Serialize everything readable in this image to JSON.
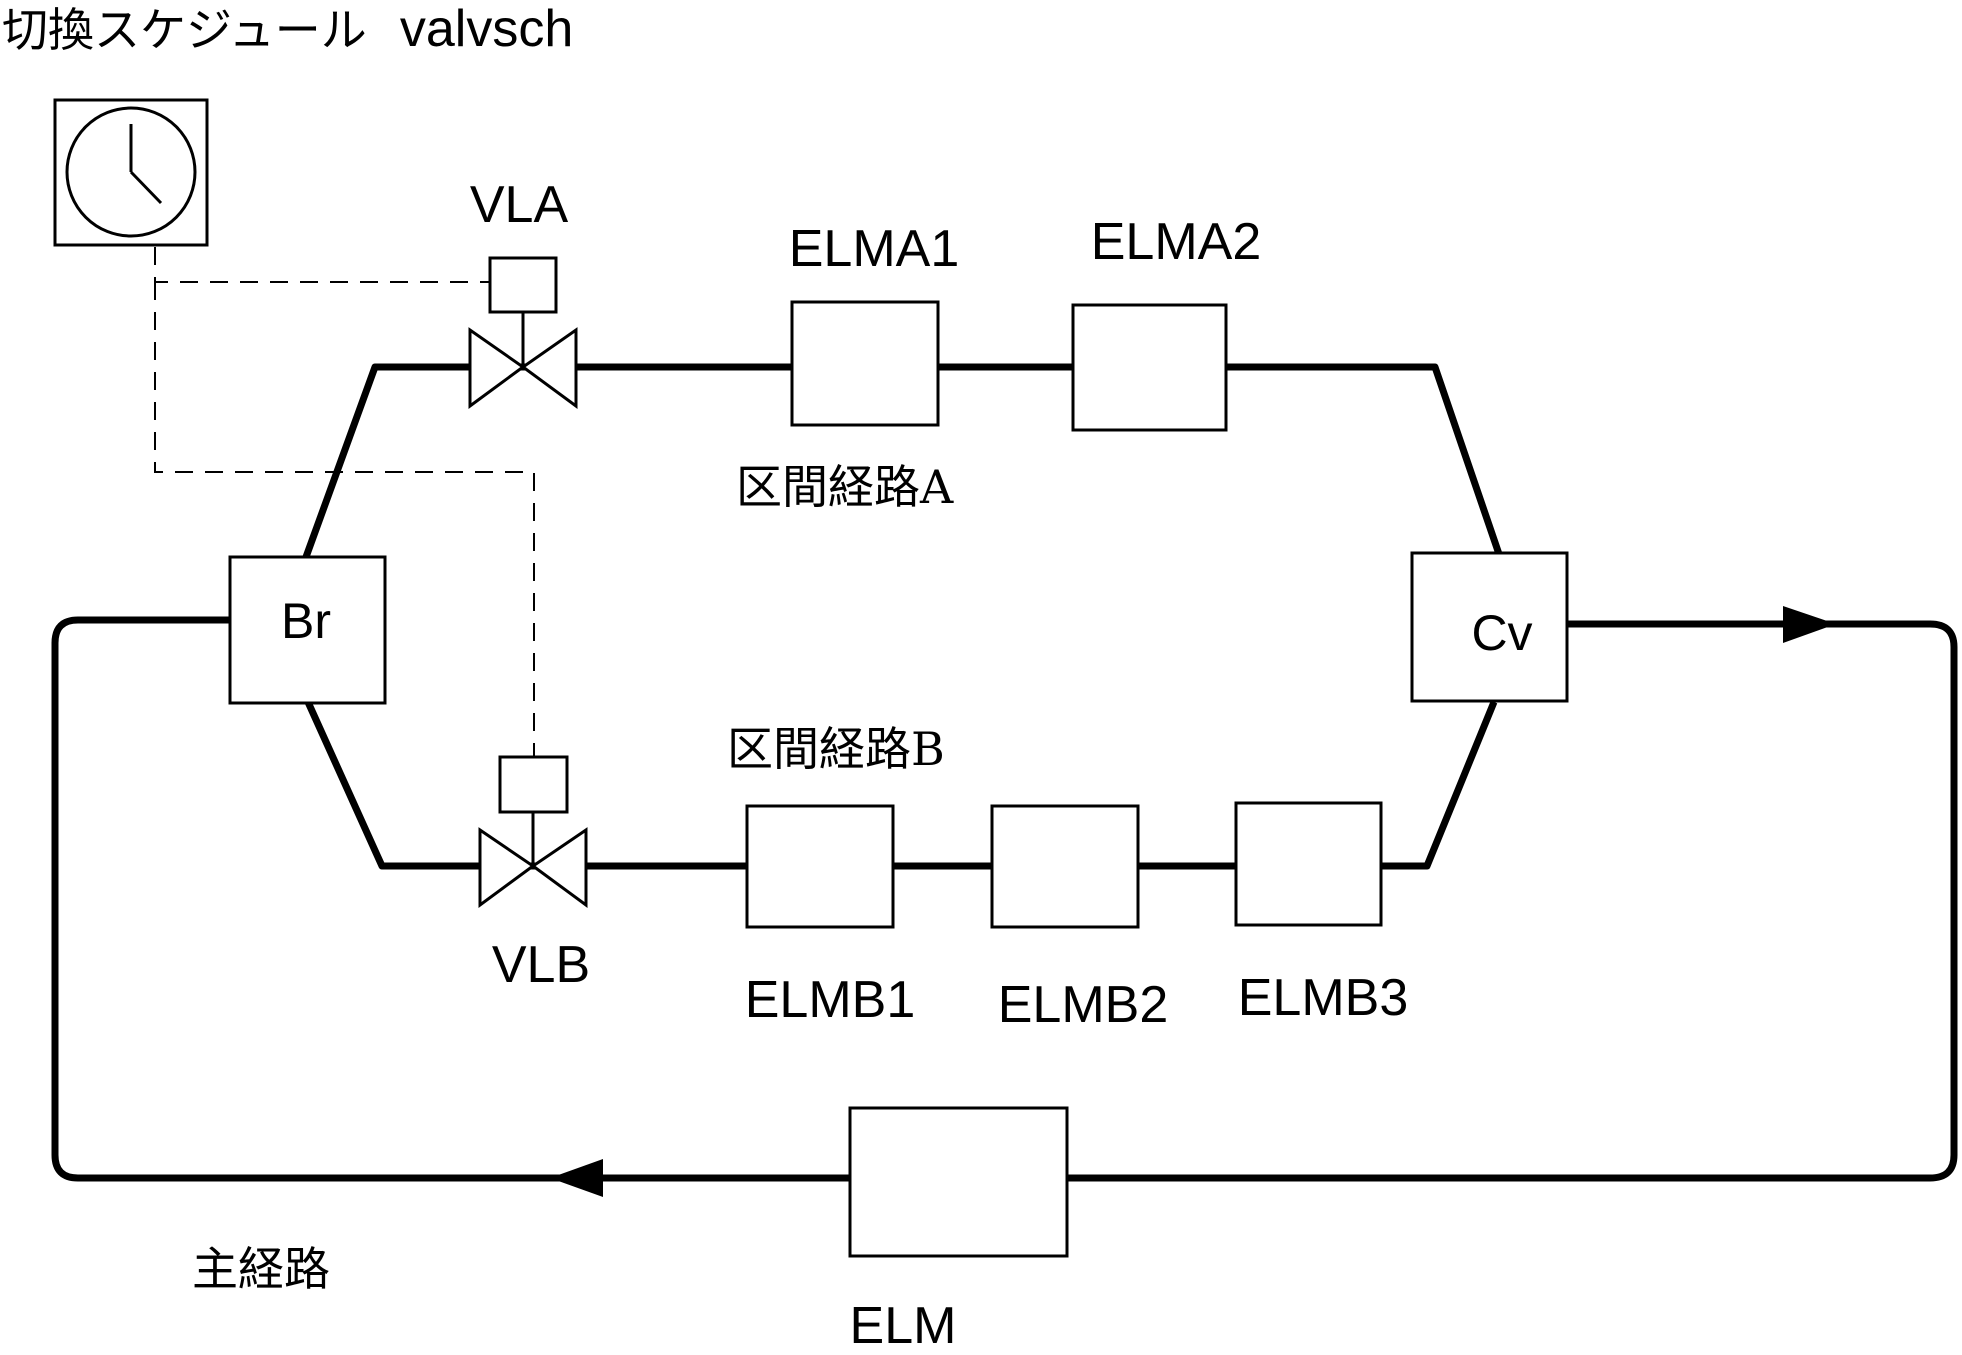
{
  "title": {
    "text_jp": "切換スケジュール",
    "text_en": "valvsch"
  },
  "valves": {
    "a_label": "VLA",
    "b_label": "VLB"
  },
  "branch_label": "Br",
  "converge_label": "Cv",
  "section_a": {
    "label": "区間経路A",
    "elements": [
      "ELMA1",
      "ELMA2"
    ]
  },
  "section_b": {
    "label": "区間経路B",
    "elements": [
      "ELMB1",
      "ELMB2",
      "ELMB3"
    ]
  },
  "main_route": {
    "label": "主経路",
    "element": "ELM"
  },
  "icons": {
    "schedule": "clock-icon",
    "valve": "solenoid-valve-icon",
    "flow": "arrow-icon"
  },
  "colors": {
    "line": "#000000",
    "background": "#ffffff"
  }
}
